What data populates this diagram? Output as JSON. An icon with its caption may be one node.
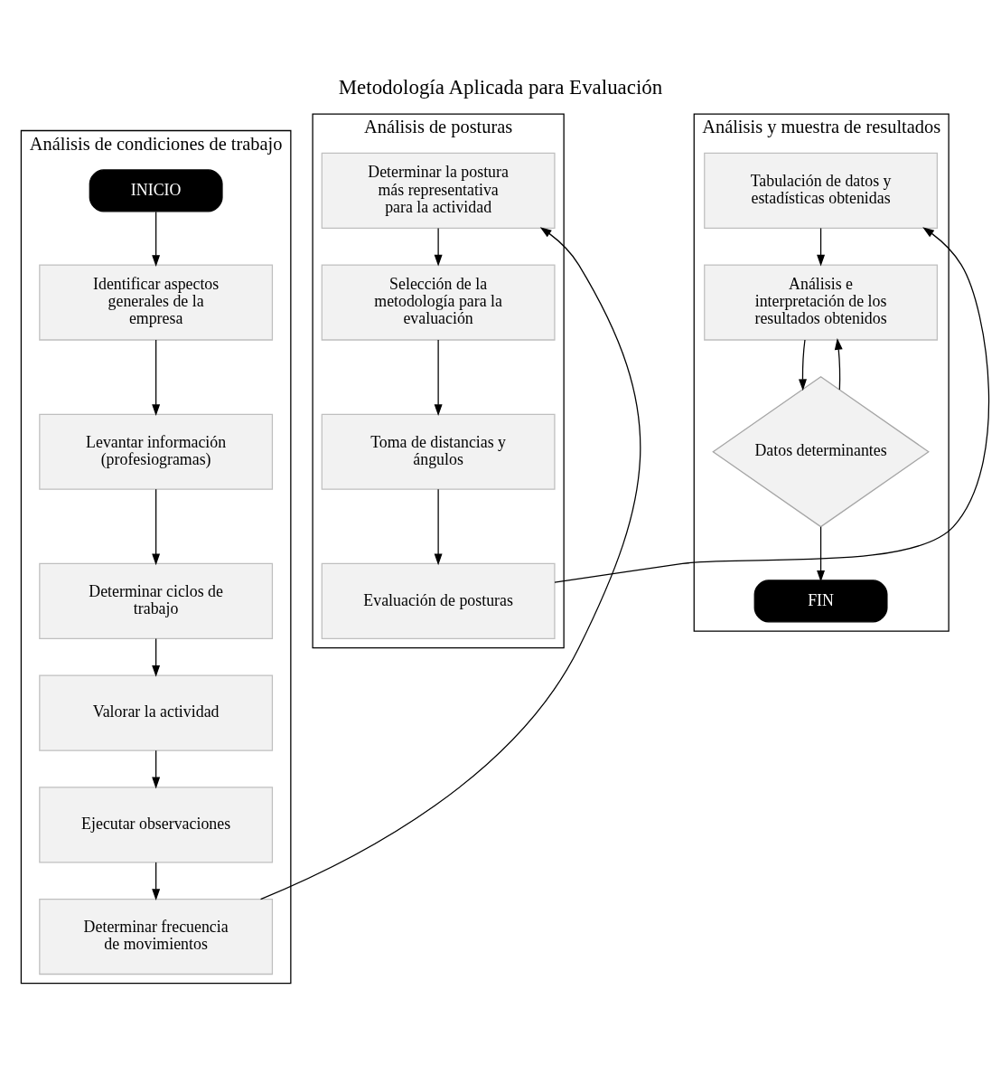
{
  "diagram": {
    "title": "Metodología Aplicada para Evaluación",
    "nodes": [
      {
        "text": [
          "Análisis de condiciones de trabajo"
        ]
      },
      {
        "text": [
          "INICIO"
        ],
        "in": 0
      },
      {
        "text": [
          "Identificar aspectos generales de la empresa"
        ],
        "in": 0
      },
      {
        "text": [
          "Levantar información (profesiogramas)"
        ],
        "in": 0
      },
      {
        "text": [
          "Determinar ciclos de trabajo"
        ],
        "in": 0
      },
      {
        "text": [
          "Valorar la actividad"
        ],
        "in": 0
      },
      {
        "text": [
          "Ejecutar observaciones"
        ],
        "in": 0
      },
      {
        "text": [
          "Determinar frecuencia de movimientos"
        ],
        "in": 0
      },
      {
        "text": [
          "Análisis de posturas"
        ]
      },
      {
        "text": [
          "Determinar la postura más representativa para la actividad"
        ],
        "in": 8
      },
      {
        "text": [
          "Selección de la metodología para la evaluación"
        ],
        "in": 8
      },
      {
        "text": [
          "Toma de distancias y ángulos"
        ],
        "in": 8
      },
      {
        "text": [
          "Evaluación de posturas"
        ],
        "in": 8
      },
      {
        "text": [
          "Análisis y muestra de resultados"
        ]
      },
      {
        "text": [
          "Tabulación de datos y estadísticas obtenidas"
        ],
        "in": 13
      },
      {
        "text": [
          "Análisis e interpretación de los resultados obtenidos"
        ],
        "in": 13
      },
      {
        "text": [
          "Datos determinantes"
        ],
        "in": 13
      },
      {
        "text": [
          "FIN"
        ],
        "in": 13
      }
    ],
    "edges": [
      {
        "from": 1,
        "to": 2,
        "arrow": "to"
      },
      {
        "from": 2,
        "to": 3,
        "arrow": "to"
      },
      {
        "from": 3,
        "to": 4,
        "arrow": "to"
      },
      {
        "from": 4,
        "to": 5,
        "arrow": "to"
      },
      {
        "from": 5,
        "to": 6,
        "arrow": "to"
      },
      {
        "from": 6,
        "to": 7,
        "arrow": "to"
      },
      {
        "from": 7,
        "to": 9,
        "arrow": "to"
      },
      {
        "from": 9,
        "to": 10,
        "arrow": "to"
      },
      {
        "from": 10,
        "to": 11,
        "arrow": "to"
      },
      {
        "from": 11,
        "to": 12,
        "arrow": "to"
      },
      {
        "from": 12,
        "to": 14,
        "arrow": "to"
      },
      {
        "from": 14,
        "to": 15,
        "arrow": "to"
      },
      {
        "from": 15,
        "to": 16,
        "arrow": "to"
      },
      {
        "from": 16,
        "to": 15,
        "arrow": "to"
      },
      {
        "from": 16,
        "to": 17,
        "arrow": "to"
      }
    ]
  }
}
